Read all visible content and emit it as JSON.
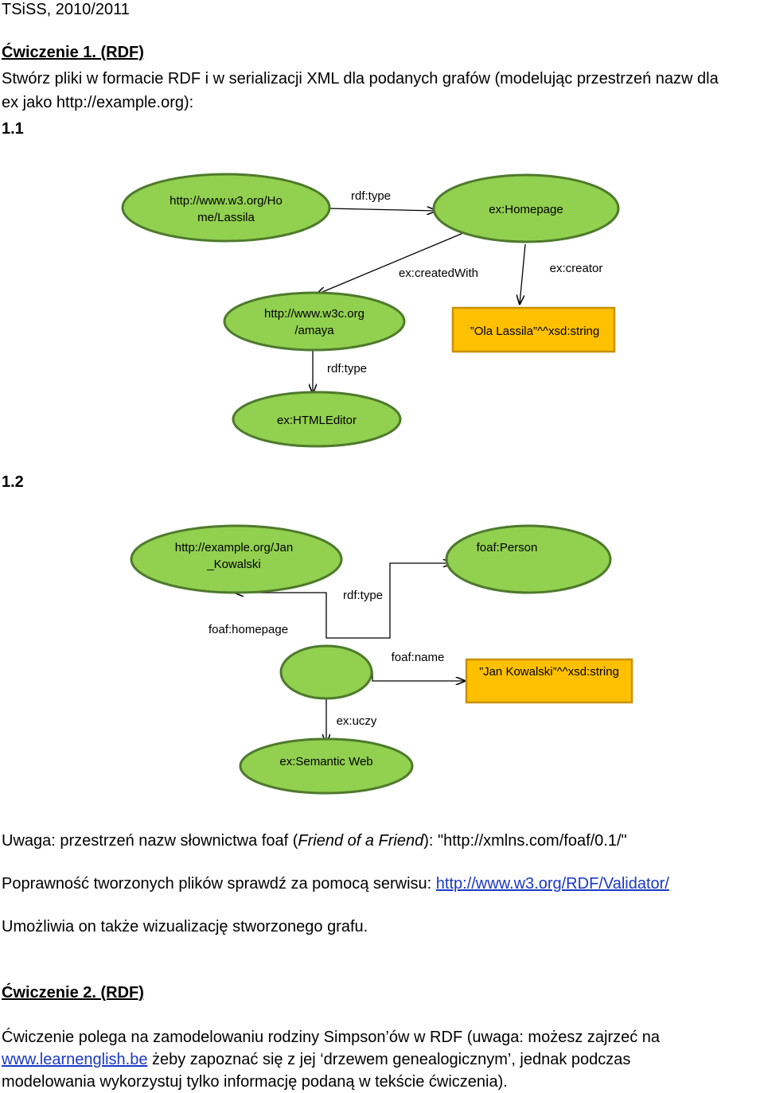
{
  "header": {
    "title": "TSiSS, 2010/2011"
  },
  "exercise1": {
    "heading": "Ćwiczenie 1. (RDF)",
    "intro_line1": "Stwórz pliki w formacie RDF i w serializacji XML dla podanych grafów (modelując przestrzeń nazw dla",
    "intro_line2": "ex jako http://example.org):",
    "sub1": "1.1",
    "sub2": "1.2"
  },
  "graph1": {
    "node_lassila_l1": "http://www.w3.org/Ho",
    "node_lassila_l2": "me/Lassila",
    "node_homepage": "ex:Homepage",
    "node_amaya_l1": "http://www.w3c.org",
    "node_amaya_l2": "/amaya",
    "node_literal": "”Ola Lassila”^^xsd:string",
    "node_htmleditor": "ex:HTMLEditor",
    "edge_type1": "rdf:type",
    "edge_createdwith": "ex:createdWith",
    "edge_creator": "ex:creator",
    "edge_type2": "rdf:type",
    "colors": {
      "node_fill": "#92d050",
      "node_stroke": "#4e7a2c",
      "literal_fill": "#ffc000",
      "literal_stroke": "#c89000"
    }
  },
  "graph2": {
    "node_kowalski_l1": "http://example.org/Jan",
    "node_kowalski_l2": "_Kowalski",
    "node_person": "foaf:Person",
    "node_blank": "",
    "node_literal": "”Jan Kowalski”^^xsd:string",
    "node_semweb": "ex:Semantic Web",
    "edge_type": "rdf:type",
    "edge_homepage": "foaf:homepage",
    "edge_name": "foaf:name",
    "edge_uczy": "ex:uczy"
  },
  "notes": {
    "foaf_prefix": "Uwaga: przestrzeń nazw słownictwa foaf (",
    "foaf_italic": "Friend of a Friend",
    "foaf_suffix": "): \"http://xmlns.com/foaf/0.1/\"",
    "validator_prefix": "Poprawność tworzonych plików sprawdź za pomocą serwisu: ",
    "validator_link": "http://www.w3.org/RDF/Validator/",
    "visual": "Umożliwia on także wizualizację stworzonego grafu."
  },
  "exercise2": {
    "heading": "Ćwiczenie 2. (RDF)",
    "line1": "Ćwiczenie polega na zamodelowaniu rodziny Simpson’ów w RDF (uwaga: możesz zajrzeć na",
    "link": "www.learnenglish.be",
    "line2_rest": " żeby zapoznać się z jej ‘drzewem genealogicznym’, jednak podczas",
    "line3": "modelowania wykorzystuj tylko informację podaną w tekście ćwiczenia)."
  }
}
